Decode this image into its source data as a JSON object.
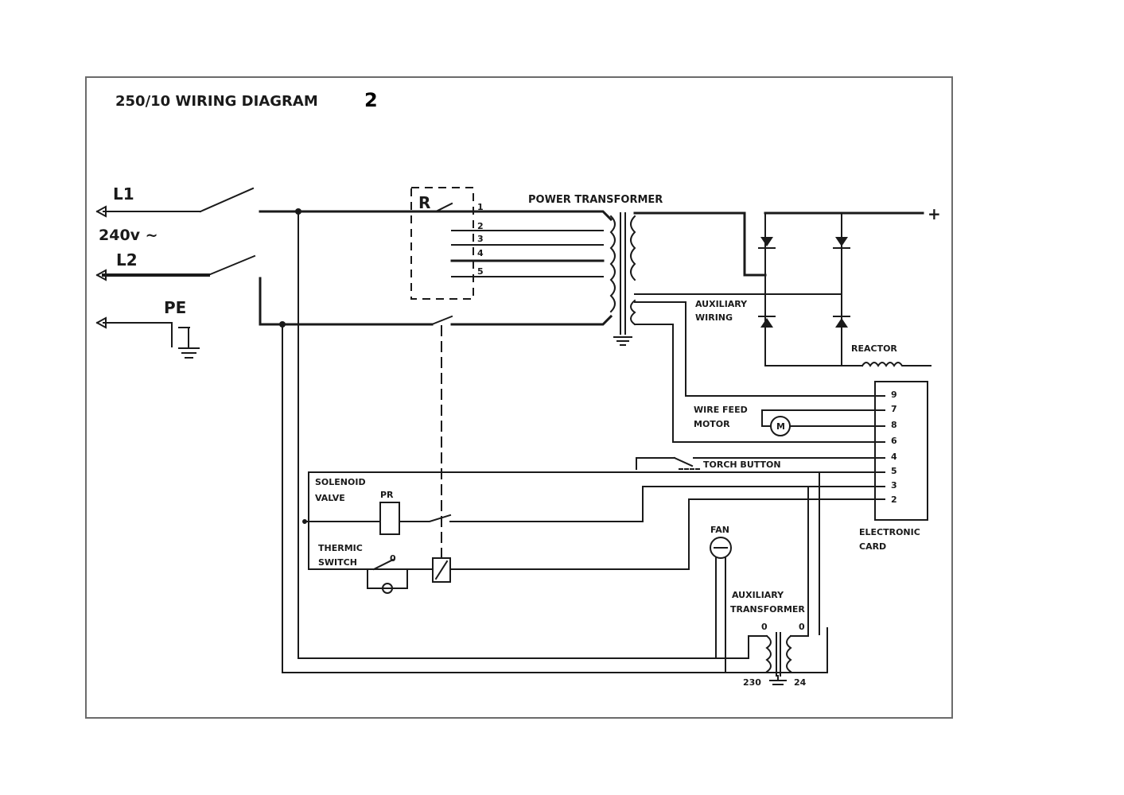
{
  "title": {
    "main": "250/10 WIRING DIAGRAM",
    "suffix": "2"
  },
  "supply": {
    "l1": "L1",
    "voltage": "240v ~",
    "l2": "L2",
    "pe": "PE"
  },
  "relay": {
    "label": "R",
    "taps": [
      "1",
      "2",
      "3",
      "4",
      "5"
    ]
  },
  "power_transformer": "POWER TRANSFORMER",
  "auxiliary_winding": {
    "line1": "AUXILIARY",
    "line2": "WIRING"
  },
  "output_plus": "+",
  "reactor": "REACTOR",
  "wire_feed_motor": {
    "line1": "WIRE FEED",
    "line2": "MOTOR",
    "symbol": "M"
  },
  "torch_button": "TORCH BUTTON",
  "solenoid_valve": {
    "line1": "SOLENOID",
    "line2": "VALVE",
    "label": "PR"
  },
  "thermic_switch": {
    "line1": "THERMIC",
    "line2": "SWITCH",
    "tag": "0"
  },
  "fan": "FAN",
  "auxiliary_transformer": {
    "line1": "AUXILIARY",
    "line2": "TRANSFORMER",
    "tap_left": "0",
    "tap_right": "0",
    "primary": "230",
    "secondary": "24"
  },
  "electronic_card": {
    "line1": "ELECTRONIC",
    "line2": "CARD",
    "pins": [
      "9",
      "7",
      "8",
      "6",
      "4",
      "5",
      "3",
      "2"
    ]
  },
  "colors": {
    "ink": "#1a1a1a",
    "blue_wire": "#1f2f9a",
    "frame": "#6b6b6b"
  }
}
